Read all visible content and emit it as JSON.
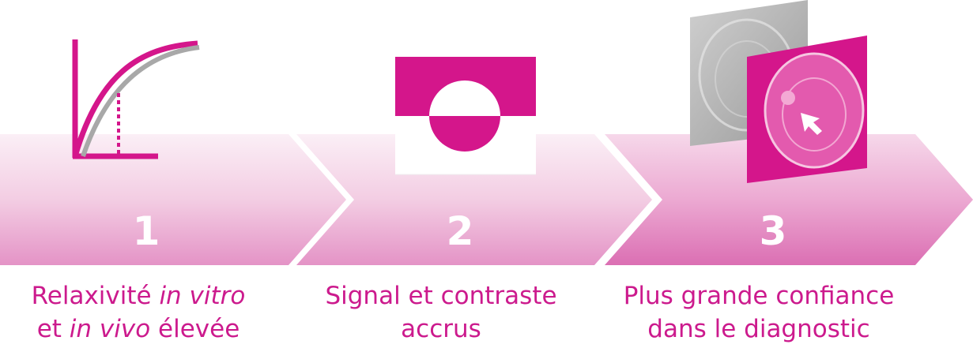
{
  "colors": {
    "accent": "#d4168b",
    "arrow_light": "#f8e4f0",
    "arrow_dark": "#e07fbd",
    "mri_gray": "#b5b5b5"
  },
  "steps": [
    {
      "number": "1",
      "icon": "relaxivity-curve-icon",
      "caption": {
        "l1a": "Relaxivité ",
        "l1b": "in vitro",
        "l2a": "et ",
        "l2b": "in vivo",
        "l2c": " élevée"
      }
    },
    {
      "number": "2",
      "icon": "signal-contrast-icon",
      "caption": {
        "line1": "Signal et contraste",
        "line2": "accrus"
      }
    },
    {
      "number": "3",
      "icon": "brain-mri-icon",
      "caption": {
        "line1": "Plus grande confiance",
        "line2": "dans le diagnostic"
      }
    }
  ]
}
